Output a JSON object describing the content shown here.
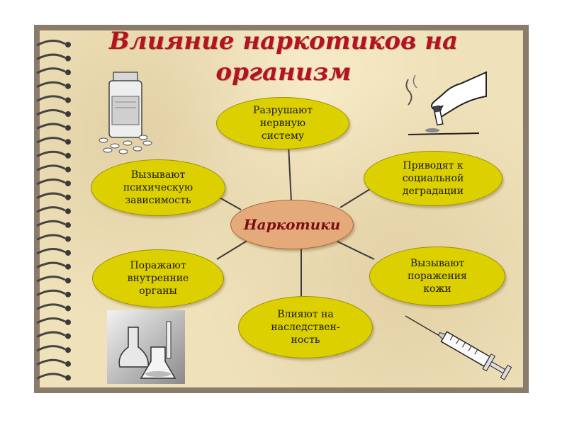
{
  "title_line1": "Влияние наркотиков на",
  "title_line2": "организм",
  "center": "Наркотики",
  "nodes": {
    "top": "Разрушают нервную систему",
    "right_top": "Приводят к социальной деградации",
    "left_top": "Вызывают психическую зависимость",
    "left_bottom": "Поражают внутренние органы",
    "right_bottom": "Вызывают поражения кожи",
    "bottom": "Влияют на наследствен- ность"
  },
  "colors": {
    "node_fill": "#dcd000",
    "center_fill": "#e4aa7a",
    "title": "#b3141e",
    "paper": "#efe1b9"
  },
  "icons": [
    "pill-bottle-icon",
    "cigarette-hand-icon",
    "lab-flasks-icon",
    "syringe-icon",
    "notebook-spiral-icon"
  ]
}
